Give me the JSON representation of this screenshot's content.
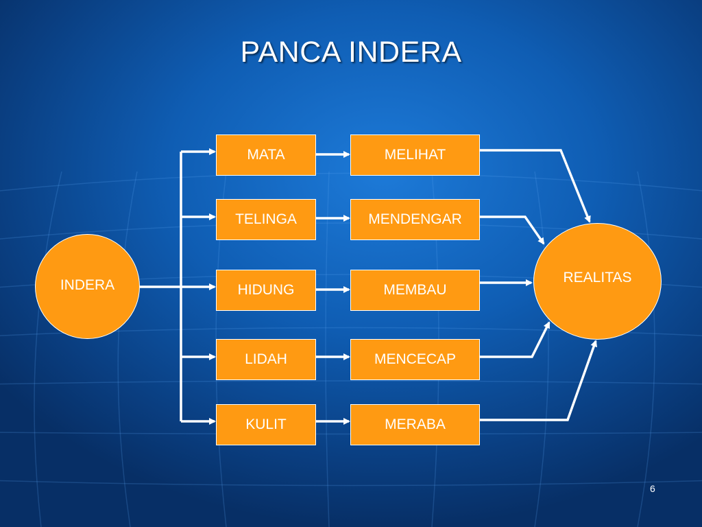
{
  "title": "PANCA INDERA",
  "source": {
    "label": "INDERA"
  },
  "target": {
    "label": "REALITAS"
  },
  "rows": [
    {
      "organ": "MATA",
      "sense": "MELIHAT"
    },
    {
      "organ": "TELINGA",
      "sense": "MENDENGAR"
    },
    {
      "organ": "HIDUNG",
      "sense": "MEMBAU"
    },
    {
      "organ": "LIDAH",
      "sense": "MENCECAP"
    },
    {
      "organ": "KULIT",
      "sense": "MERABA"
    }
  ],
  "page_number": "6",
  "colors": {
    "box_fill": "#ff9a12",
    "text": "#ffffff",
    "background": "#0f5db3"
  }
}
